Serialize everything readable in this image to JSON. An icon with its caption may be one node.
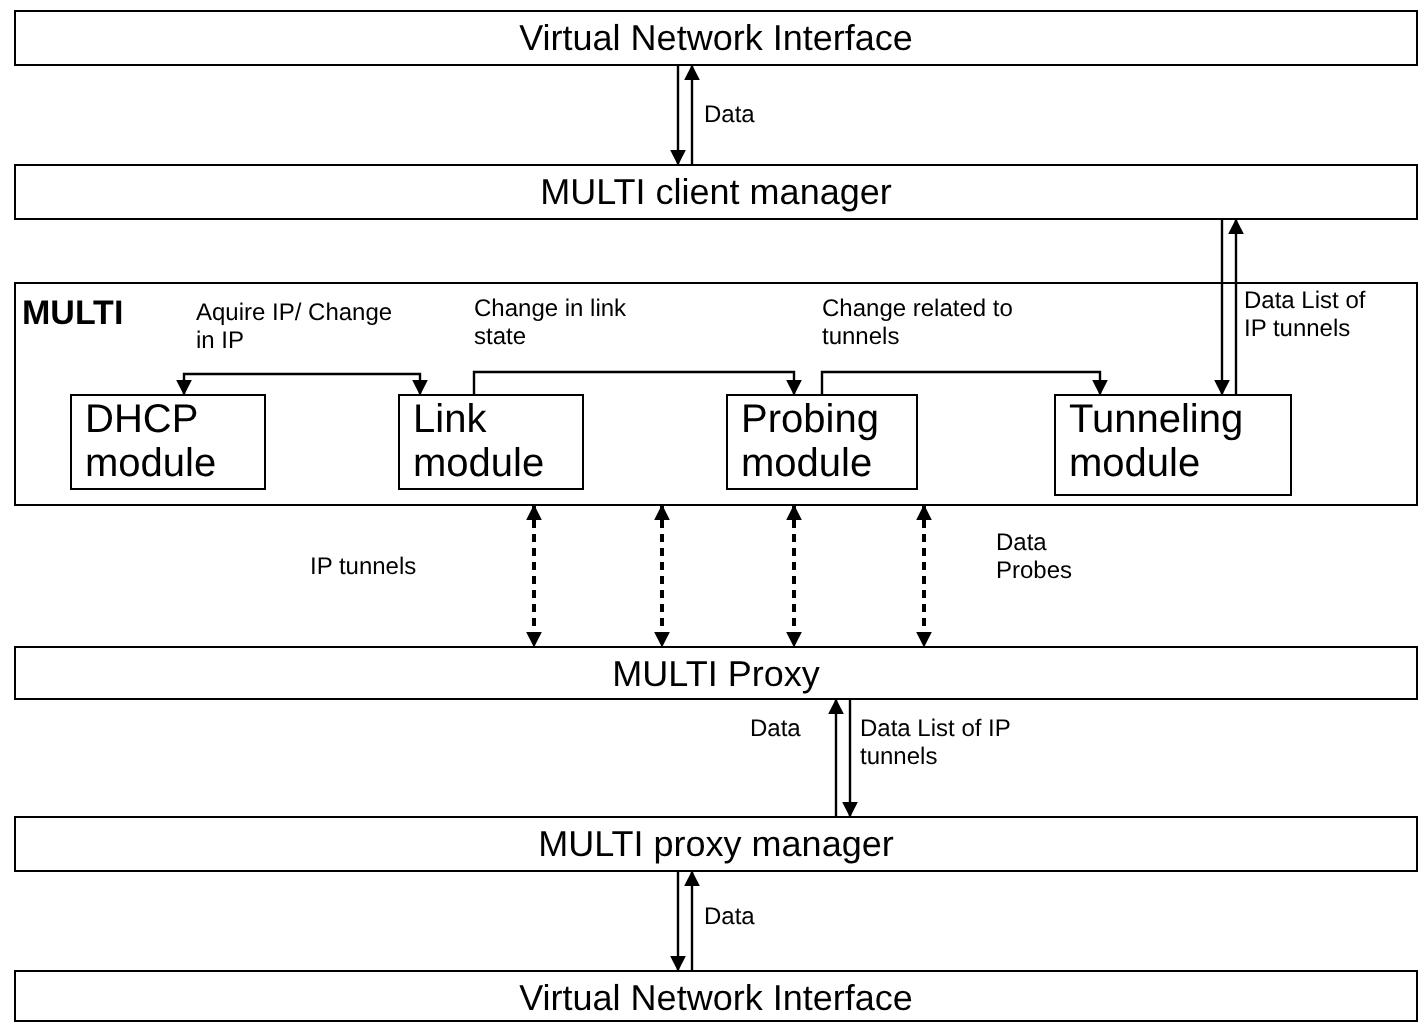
{
  "diagram": {
    "nodes": [
      {
        "text": [
          "Virtual Network Interface"
        ]
      },
      {
        "text": [
          "MULTI client manager"
        ]
      },
      {
        "text": [
          "MULTI"
        ]
      },
      {
        "text": [
          "DHCP module"
        ],
        "in": 2
      },
      {
        "text": [
          "Link module"
        ],
        "in": 2
      },
      {
        "text": [
          "Probing module"
        ],
        "in": 2
      },
      {
        "text": [
          "Tunneling module"
        ],
        "in": 2
      },
      {
        "text": [
          "MULTI Proxy"
        ]
      },
      {
        "text": [
          "MULTI proxy manager"
        ]
      },
      {
        "text": [
          "Virtual Network Interface"
        ]
      }
    ],
    "edges": [
      {
        "from": 0,
        "to": 1,
        "arrow": "to"
      },
      {
        "from": 1,
        "to": 0,
        "arrow": "to",
        "label": "Data"
      },
      {
        "from": 1,
        "to": 6,
        "arrow": "to"
      },
      {
        "from": 6,
        "to": 1,
        "arrow": "to",
        "label": "Data List of IP tunnels"
      },
      {
        "from": 3,
        "to": 4,
        "arrow": "both",
        "label": "Aquire IP/ Change in IP"
      },
      {
        "from": 4,
        "to": 5,
        "arrow": "to",
        "label": "Change in link state"
      },
      {
        "from": 5,
        "to": 6,
        "arrow": "to",
        "label": "Change related to tunnels"
      },
      {
        "from": 2,
        "to": 7,
        "arrow": "both",
        "style": "dashed"
      },
      {
        "from": 2,
        "to": 7,
        "arrow": "both",
        "style": "dashed"
      },
      {
        "from": 2,
        "to": 7,
        "arrow": "both",
        "style": "dashed"
      },
      {
        "from": 2,
        "to": 7,
        "arrow": "both",
        "style": "dashed"
      },
      {
        "from": 8,
        "to": 7,
        "arrow": "to",
        "label": "Data"
      },
      {
        "from": 7,
        "to": 8,
        "arrow": "to",
        "label": "Data List of IP tunnels"
      },
      {
        "from": 8,
        "to": 9,
        "arrow": "to"
      },
      {
        "from": 9,
        "to": 8,
        "arrow": "to",
        "label": "Data"
      }
    ],
    "labels": [
      "IP tunnels",
      "Data Probes"
    ]
  }
}
